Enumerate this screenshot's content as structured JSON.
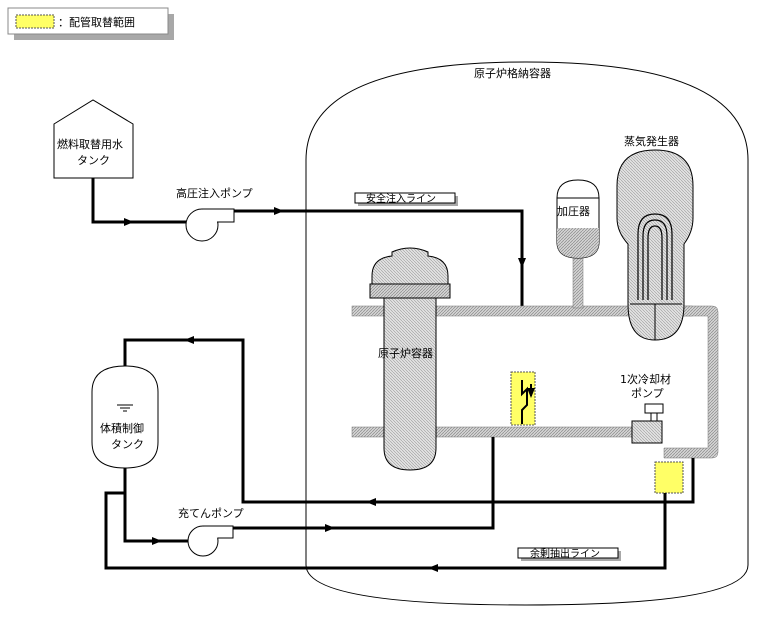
{
  "legend": {
    "label": "：配管取替範囲",
    "swatch_color": "#ffff66"
  },
  "containment": {
    "label": "原子炉格納容器"
  },
  "refueling_water_tank": {
    "label_line1": "燃料取替用水",
    "label_line2": "タンク"
  },
  "hp_injection_pump": {
    "label": "高圧注入ポンプ"
  },
  "safety_injection_line": {
    "label": "安全注入ライン"
  },
  "pressurizer": {
    "label": "加圧器"
  },
  "steam_generator": {
    "label": "蒸気発生器"
  },
  "reactor_vessel": {
    "label": "原子炉容器"
  },
  "rcp": {
    "label_line1": "1次冷却材",
    "label_line2": "ポンプ"
  },
  "vct": {
    "label_line1": "体積制御",
    "label_line2": "タンク"
  },
  "charging_pump": {
    "label": "充てんポンプ"
  },
  "letdown_line": {
    "label": "余剰抽出ライン"
  },
  "colors": {
    "replacement_highlight": "#ffff66",
    "component_fill": "#d8d8d8",
    "pipe": "#000000"
  }
}
